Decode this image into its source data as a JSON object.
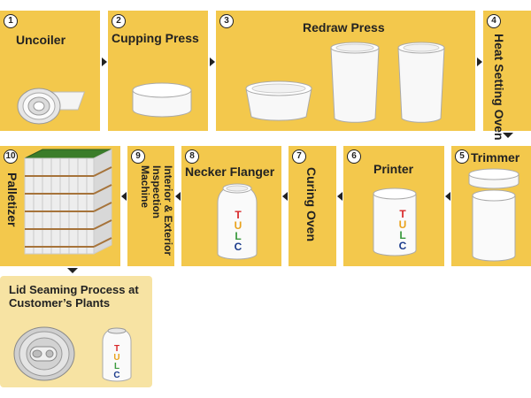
{
  "steps": [
    {
      "num": "1",
      "label": "Uncoiler"
    },
    {
      "num": "2",
      "label": "Cupping Press"
    },
    {
      "num": "3",
      "label": "Redraw Press"
    },
    {
      "num": "4",
      "label": "Heat Setting Oven"
    },
    {
      "num": "5",
      "label": "Trimmer"
    },
    {
      "num": "6",
      "label": "Printer"
    },
    {
      "num": "7",
      "label": "Curing Oven"
    },
    {
      "num": "8",
      "label": "Necker Flanger"
    },
    {
      "num": "9",
      "label": "Interior & Exterior Inspection Machine"
    },
    {
      "num": "10",
      "label": "Palletizer"
    }
  ],
  "final": {
    "line1": "Lid Seaming Process at",
    "line2": "Customer’s Plants"
  },
  "brand": {
    "letters": [
      "T",
      "U",
      "L",
      "C"
    ],
    "colors": [
      "#d8282a",
      "#e9a21c",
      "#3a9a3e",
      "#1c3c8c"
    ]
  },
  "colors": {
    "box": "#f3c84c",
    "box_light": "#f7e3a3",
    "pallet_top": "#3b7d2a"
  }
}
